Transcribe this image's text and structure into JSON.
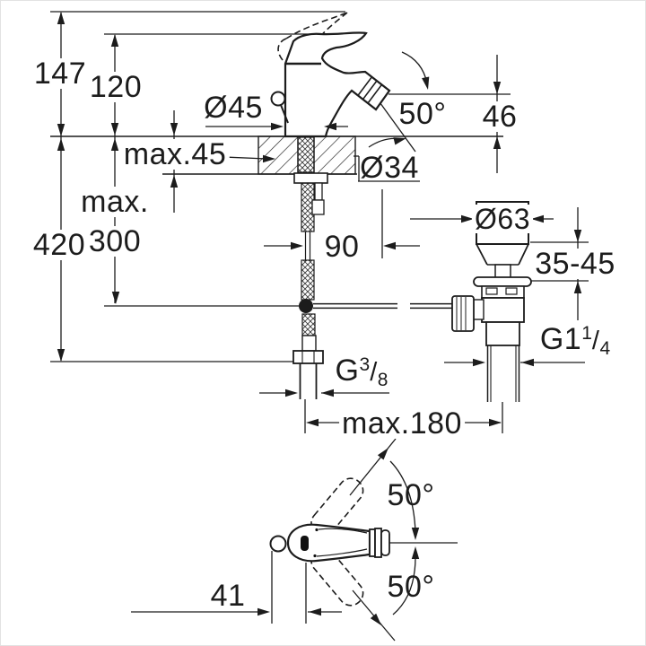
{
  "labels": {
    "dim_147": "147",
    "dim_120": "120",
    "dim_max45": "max.45",
    "dim_max_word": "max.",
    "dim_300": "300",
    "dim_420": "420",
    "dia_body": "Ø45",
    "angle_spout": "50°",
    "dim_46": "46",
    "dia_hole": "Ø34",
    "dim_90": "90",
    "dia_drain_flange": "Ø63",
    "dim_clamp": "35-45",
    "thread_drain": {
      "base": "G1",
      "sup": "1",
      "slash": "/",
      "sub": "4"
    },
    "thread_supply": {
      "base": "G",
      "sup": "3",
      "slash": "/",
      "sub": "8"
    },
    "dim_max180": "max.180",
    "angle_handle_up": "50°",
    "angle_handle_down": "50°",
    "dim_41": "41"
  },
  "colors": {
    "line": "#1c1c1c",
    "background": "#ffffff"
  }
}
